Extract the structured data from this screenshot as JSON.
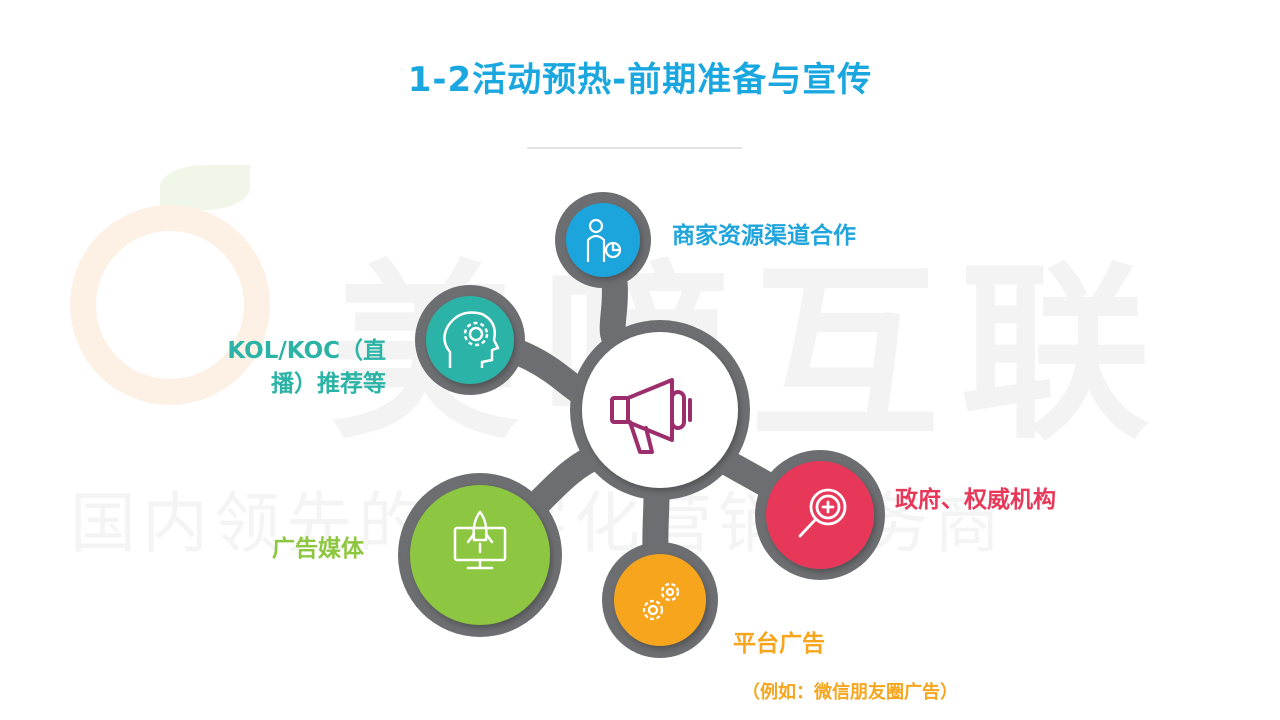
{
  "title": "1-2活动预热-前期准备与宣传",
  "watermark": {
    "brand": "美嘀互联",
    "slogan": "国内领先的数字化营销服务商"
  },
  "center": {
    "icon": "megaphone-icon",
    "color": "#9c2f6b"
  },
  "nodes": {
    "merchant": {
      "label": "商家资源渠道合作",
      "icon": "person-chart-icon",
      "color": "#1fa4dc"
    },
    "kol": {
      "label": "KOL/KOC（直播）推荐等",
      "icon": "head-gear-icon",
      "color": "#2bb3a6"
    },
    "ads": {
      "label": "广告媒体",
      "icon": "rocket-monitor-icon",
      "color": "#8dc63f"
    },
    "gov": {
      "label": "政府、权威机构",
      "icon": "magnifier-plus-icon",
      "color": "#e8385a"
    },
    "platform": {
      "label": "平台广告",
      "note": "（例如：微信朋友圈广告）",
      "icon": "gears-icon",
      "color": "#f7a51c"
    }
  },
  "connector_color": "#6d6e71"
}
